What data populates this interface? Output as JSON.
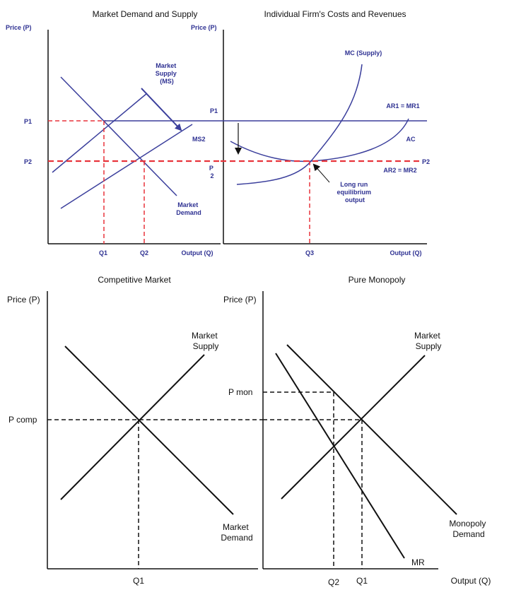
{
  "colors": {
    "blue": "#3b3f9c",
    "red": "#e8343b",
    "black": "#111111",
    "label_blue": "#2e3192"
  },
  "top_left": {
    "title": "Market Demand and Supply",
    "ylabel": "Price (P)",
    "p1": "P1",
    "p2": "P2",
    "q1": "Q1",
    "q2": "Q2",
    "xlabel": "Output (Q)",
    "supply_label": [
      "Market",
      "Supply",
      "(MS)"
    ],
    "ms2_label": "MS2",
    "demand_label": [
      "Market",
      "Demand"
    ]
  },
  "top_right": {
    "title": "Individual Firm's Costs and Revenues",
    "ylabel": "Price (P)",
    "p1": "P1",
    "p2_split": [
      "P",
      "2"
    ],
    "mc_label": "MC (Supply)",
    "ar1_label": "AR1 = MR1",
    "ac_label": "AC",
    "p2_right": "P2",
    "ar2_label": "AR2 = MR2",
    "lr_label": [
      "Long run",
      "equilibrium",
      "output"
    ],
    "q3": "Q3",
    "xlabel": "Output (Q)"
  },
  "bottom_left": {
    "title": "Competitive Market",
    "ylabel": "Price (P)",
    "pcomp": "P comp",
    "supply_label": [
      "Market",
      "Supply"
    ],
    "demand_label": [
      "Market",
      "Demand"
    ],
    "q1": "Q1"
  },
  "bottom_right": {
    "title": "Pure Monopoly",
    "ylabel": "Price (P)",
    "pmon": "P mon",
    "supply_label": [
      "Market",
      "Supply"
    ],
    "demand_label": [
      "Monopoly",
      "Demand"
    ],
    "mr_label": "MR",
    "q2": "Q2",
    "q1": "Q1",
    "xlabel": "Output (Q)"
  }
}
